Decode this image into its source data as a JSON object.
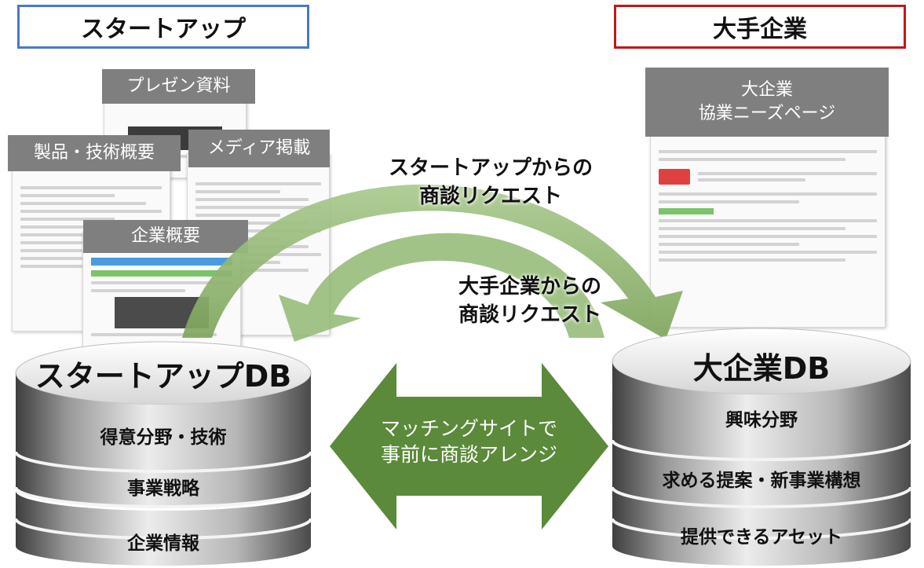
{
  "headers": {
    "startup": "スタートアップ",
    "corporate": "大手企業"
  },
  "startup_docs": {
    "presentation": "プレゼン資料",
    "product": "製品・技術概要",
    "media": "メディア掲載",
    "company": "企業概要"
  },
  "corp_doc": {
    "label_line1": "大企業",
    "label_line2": "協業ニーズページ"
  },
  "arrows": {
    "from_startup_line1": "スタートアップからの",
    "from_startup_line2": "商談リクエスト",
    "from_corp_line1": "大手企業からの",
    "from_corp_line2": "商談リクエスト"
  },
  "center": {
    "line1": "マッチングサイトで",
    "line2": "事前に商談アレンジ"
  },
  "startup_db": {
    "title": "スタートアップDB",
    "layers": [
      "得意分野・技術",
      "事業戦略",
      "企業情報"
    ]
  },
  "corp_db": {
    "title": "大企業DB",
    "layers": [
      "興味分野",
      "求める提案・新事業構想",
      "提供できるアセット"
    ]
  },
  "colors": {
    "startup_border": "#4a78c8",
    "corp_border": "#c01818",
    "arrow_green": "#5b8a3a",
    "arc_green": "#8fb66e"
  }
}
